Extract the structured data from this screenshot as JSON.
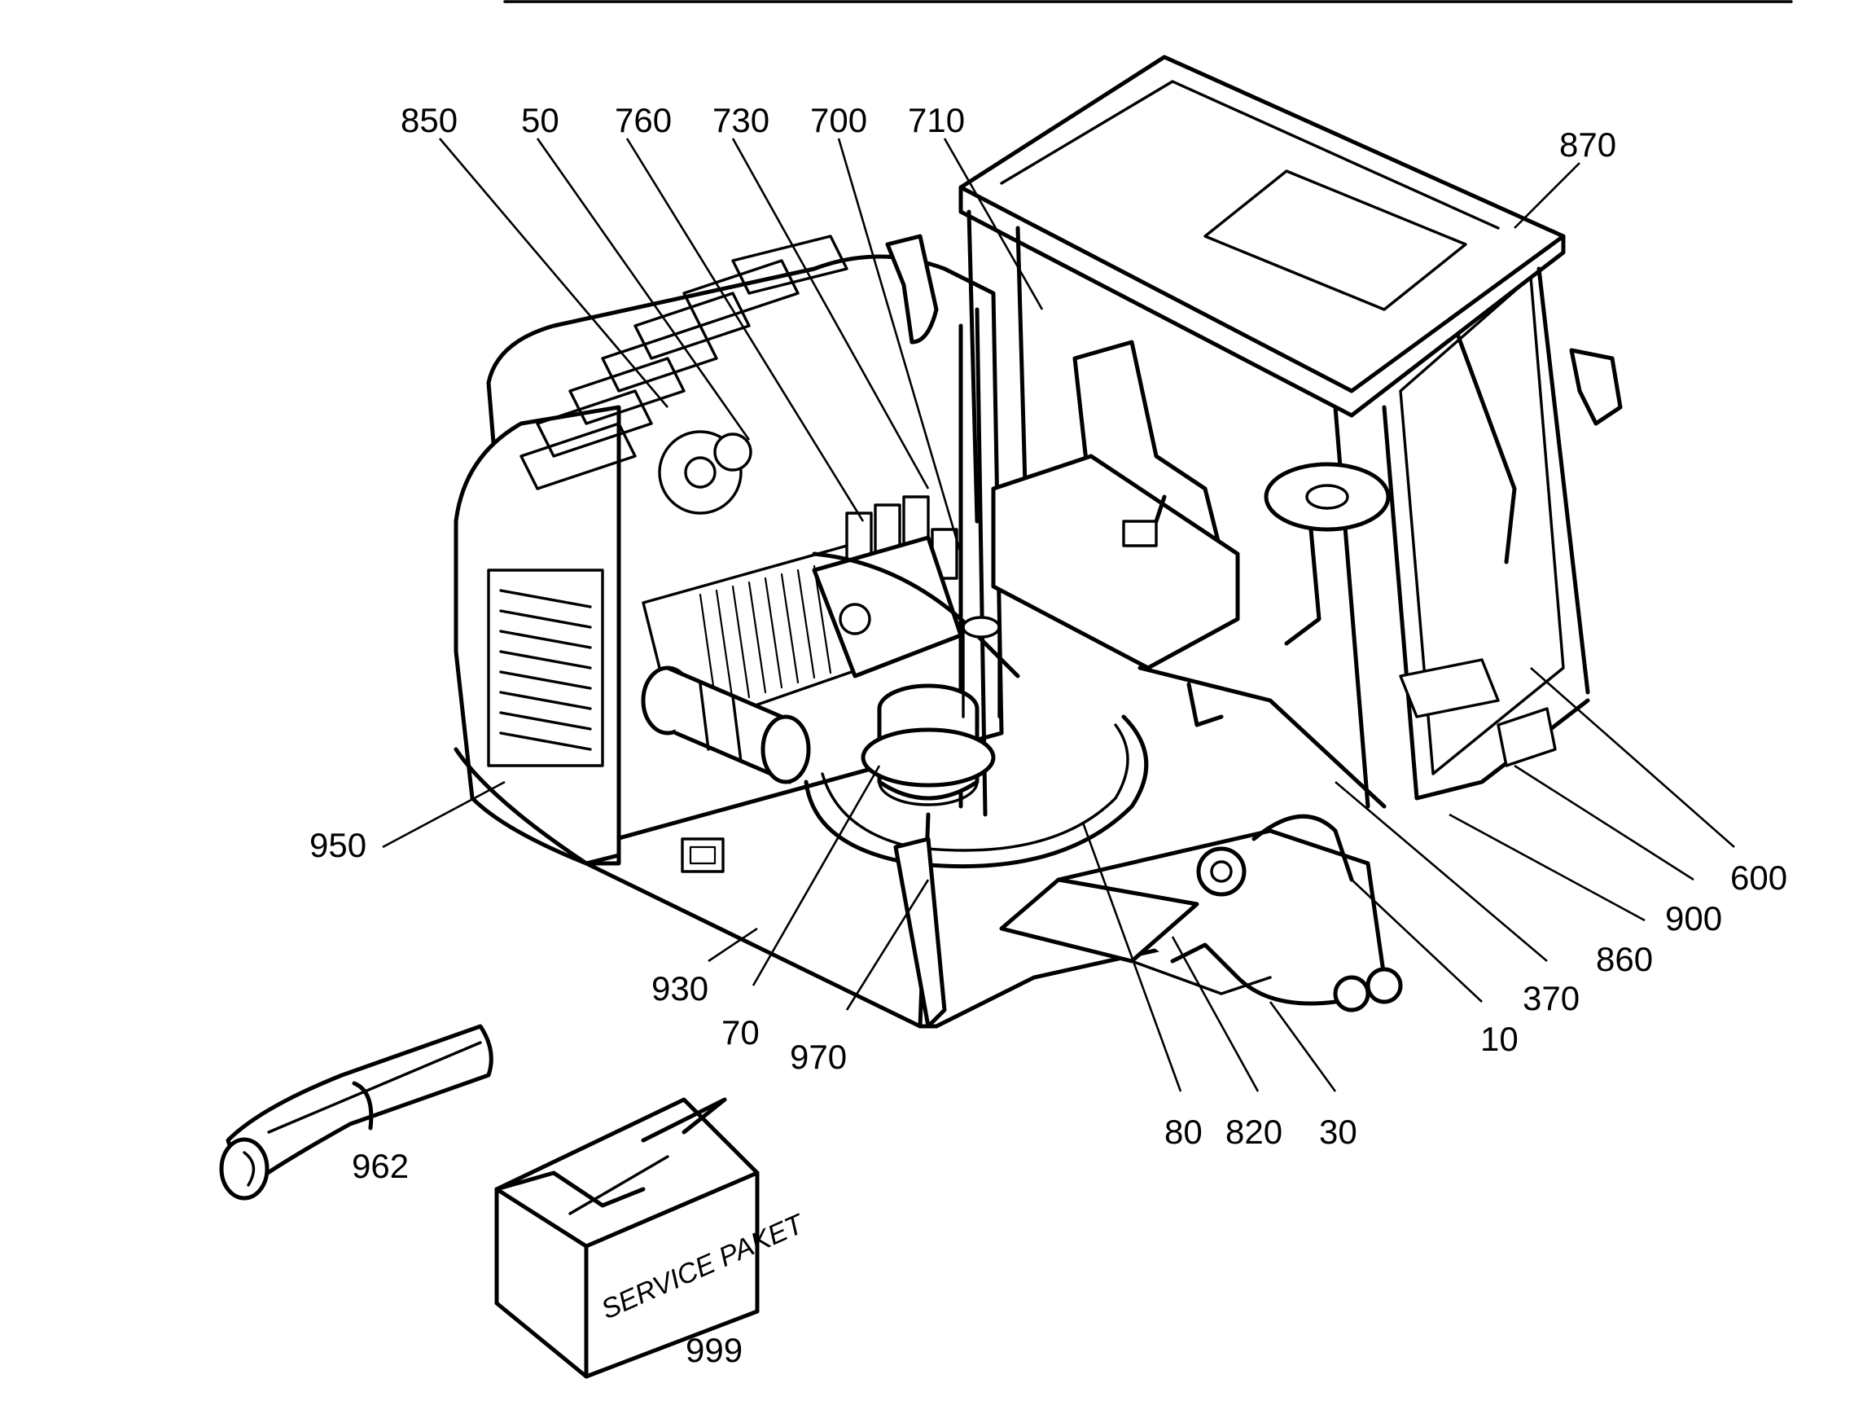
{
  "callouts": [
    {
      "id": "c850",
      "label": "850"
    },
    {
      "id": "c50",
      "label": "50"
    },
    {
      "id": "c760",
      "label": "760"
    },
    {
      "id": "c730",
      "label": "730"
    },
    {
      "id": "c700",
      "label": "700"
    },
    {
      "id": "c710",
      "label": "710"
    },
    {
      "id": "c870",
      "label": "870"
    },
    {
      "id": "c950",
      "label": "950"
    },
    {
      "id": "c930",
      "label": "930"
    },
    {
      "id": "c70",
      "label": "70"
    },
    {
      "id": "c970",
      "label": "970"
    },
    {
      "id": "c80",
      "label": "80"
    },
    {
      "id": "c820",
      "label": "820"
    },
    {
      "id": "c30",
      "label": "30"
    },
    {
      "id": "c10",
      "label": "10"
    },
    {
      "id": "c370",
      "label": "370"
    },
    {
      "id": "c860",
      "label": "860"
    },
    {
      "id": "c900",
      "label": "900"
    },
    {
      "id": "c600",
      "label": "600"
    },
    {
      "id": "c962",
      "label": "962"
    },
    {
      "id": "c999",
      "label": "999"
    }
  ],
  "service_box_text": "SERVICE PAKET"
}
